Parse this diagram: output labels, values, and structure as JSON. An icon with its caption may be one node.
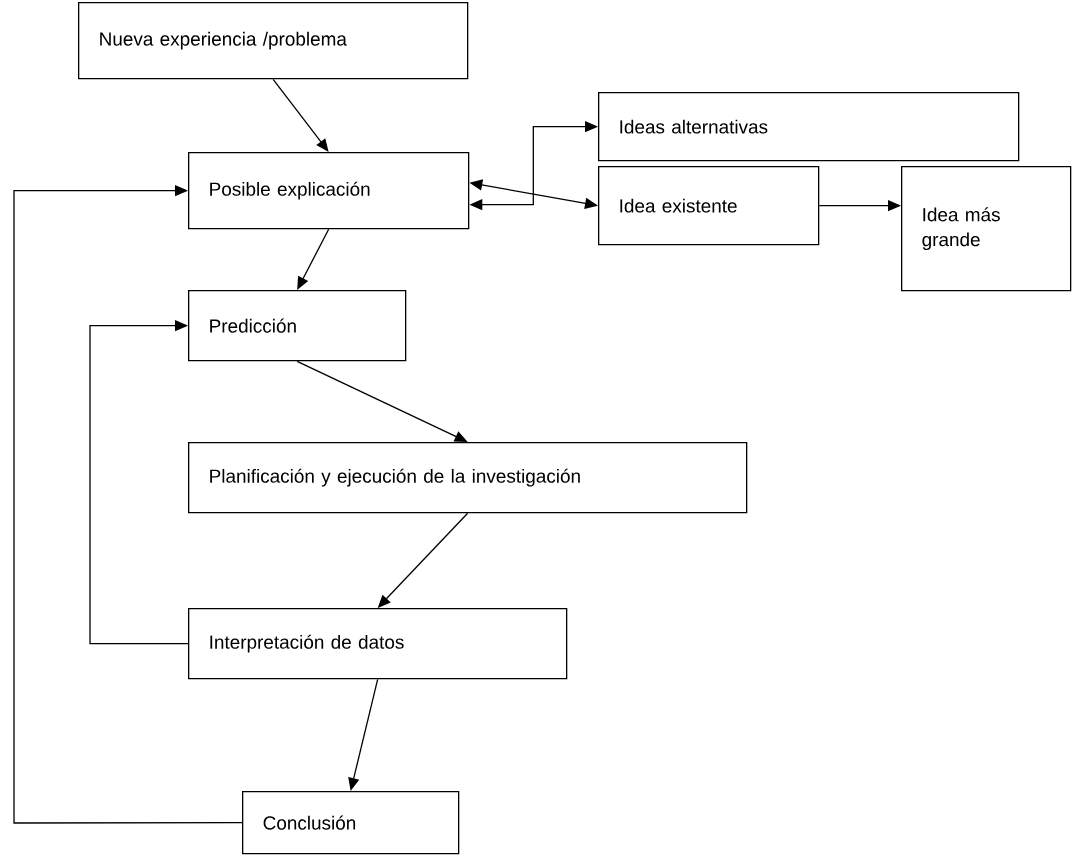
{
  "diagram": {
    "nodes": [
      {
        "text": [
          "Nueva experiencia /problema"
        ]
      },
      {
        "text": [
          "Posible explicación"
        ]
      },
      {
        "text": [
          "Ideas alternativas"
        ]
      },
      {
        "text": [
          "Idea existente"
        ]
      },
      {
        "text": [
          "Idea más grande"
        ]
      },
      {
        "text": [
          "Predicción"
        ]
      },
      {
        "text": [
          "Planificación y ejecución de la investigación"
        ]
      },
      {
        "text": [
          "Interpretación de datos"
        ]
      },
      {
        "text": [
          "Conclusión"
        ]
      }
    ],
    "edges": [
      {
        "from": 0,
        "to": 1,
        "arrow": "to"
      },
      {
        "from": 1,
        "to": 2,
        "arrow": "both"
      },
      {
        "from": 1,
        "to": 3,
        "arrow": "both"
      },
      {
        "from": 3,
        "to": 4,
        "arrow": "to"
      },
      {
        "from": 1,
        "to": 5,
        "arrow": "to"
      },
      {
        "from": 5,
        "to": 6,
        "arrow": "to"
      },
      {
        "from": 6,
        "to": 7,
        "arrow": "to"
      },
      {
        "from": 7,
        "to": 8,
        "arrow": "to"
      },
      {
        "from": 7,
        "to": 5,
        "arrow": "to"
      },
      {
        "from": 8,
        "to": 1,
        "arrow": "to"
      }
    ]
  }
}
